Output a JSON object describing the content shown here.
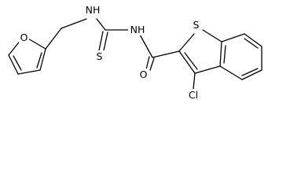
{
  "atoms": {
    "furan_oxygen": "O",
    "amine_1": "NH",
    "amine_2": "NH",
    "thione_sulfur": "S",
    "carbonyl_oxygen": "O",
    "thiophene_sulfur": "S",
    "chlorine": "Cl"
  },
  "colors": {
    "line": "#000000",
    "background": "#ffffff"
  }
}
